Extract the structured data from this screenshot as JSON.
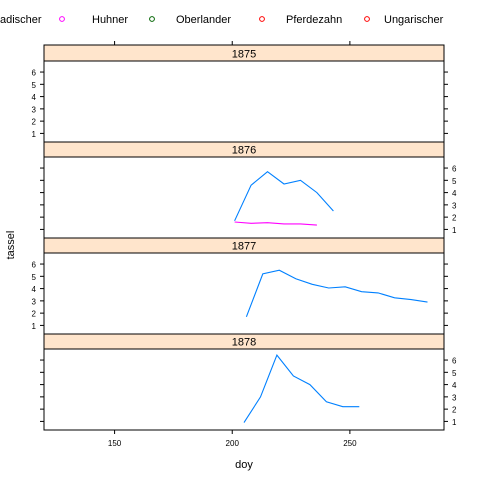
{
  "chart_data": {
    "type": "line",
    "xlabel": "doy",
    "ylabel": "tassel",
    "xlim": [
      120,
      290
    ],
    "ylim": [
      0.3,
      6.9
    ],
    "x_ticks": [
      150,
      200,
      250
    ],
    "y_ticks": [
      1,
      2,
      3,
      4,
      5,
      6
    ],
    "legend_placement": "top",
    "legend": [
      {
        "name": "Badischer",
        "display": "adischer",
        "color": "#0080ff"
      },
      {
        "name": "Huhner",
        "display": "Huhner",
        "color": "#ff00ff"
      },
      {
        "name": "Oberlander",
        "display": "Oberlander",
        "color": "#006400"
      },
      {
        "name": "Pferdezahn",
        "display": "Pferdezahn",
        "color": "#ff0000"
      },
      {
        "name": "Ungarischer",
        "display": "Ungarischer",
        "color": "#ff0000"
      }
    ],
    "panels": [
      {
        "strip": "1875",
        "series": []
      },
      {
        "strip": "1876",
        "series": [
          {
            "name": "Badischer",
            "color": "#0080ff",
            "x": [
              201,
              208,
              215,
              222,
              229,
              236,
              243
            ],
            "y": [
              1.7,
              4.6,
              5.7,
              4.7,
              5.0,
              4.0,
              2.5
            ]
          },
          {
            "name": "Huhner",
            "color": "#ff00ff",
            "x": [
              201,
              208,
              215,
              222,
              229,
              236
            ],
            "y": [
              1.6,
              1.5,
              1.55,
              1.45,
              1.45,
              1.35
            ]
          }
        ]
      },
      {
        "strip": "1877",
        "series": [
          {
            "name": "Badischer",
            "color": "#0080ff",
            "x": [
              206,
              213,
              220,
              227,
              234,
              241,
              248,
              255,
              262,
              269,
              276,
              283
            ],
            "y": [
              1.7,
              5.2,
              5.5,
              4.8,
              4.35,
              4.05,
              4.15,
              3.75,
              3.65,
              3.25,
              3.1,
              2.9
            ]
          },
          {
            "name": "Huhner",
            "color": "#ff00ff",
            "x": [],
            "y": []
          }
        ]
      },
      {
        "strip": "1878",
        "series": [
          {
            "name": "Badischer",
            "color": "#0080ff",
            "x": [
              205,
              212,
              219,
              226,
              233,
              240,
              247,
              254
            ],
            "y": [
              0.9,
              3.0,
              6.4,
              4.7,
              4.0,
              2.6,
              2.2,
              2.2
            ]
          }
        ]
      }
    ]
  }
}
